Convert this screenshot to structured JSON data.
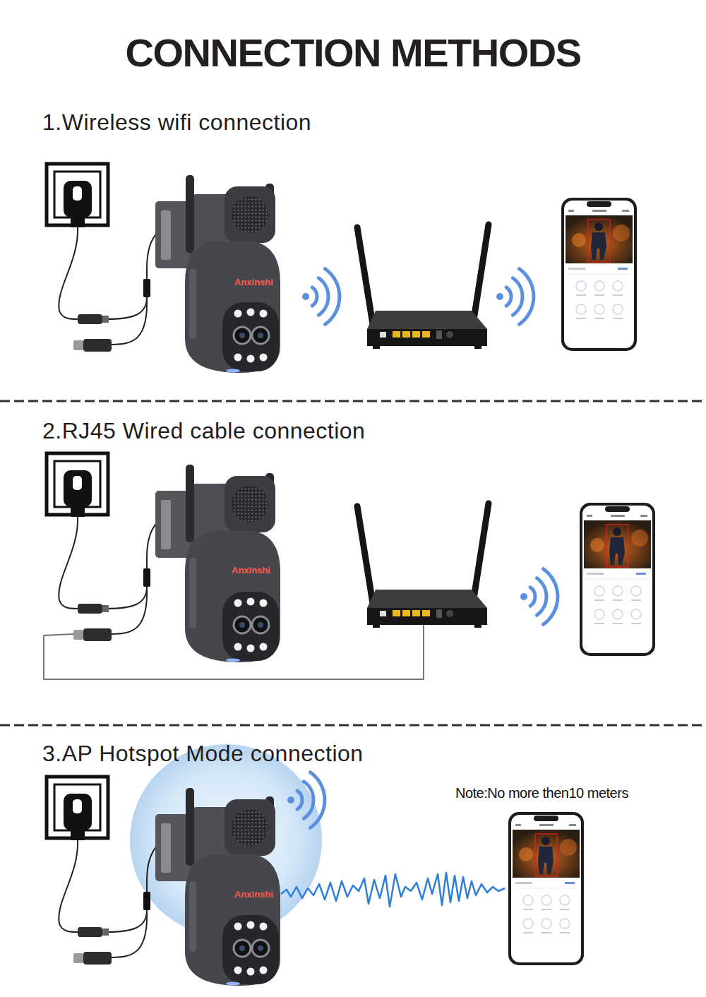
{
  "diagram": {
    "title": "CONNECTION METHODS",
    "labels": [
      "1.Wireless wifi connection",
      "Anxinshi",
      "2.RJ45 Wired cable connection",
      "Anxinshi",
      "3.AP Hotspot Mode connection",
      "Anxinshi",
      "Note:No more then10 meters"
    ]
  }
}
